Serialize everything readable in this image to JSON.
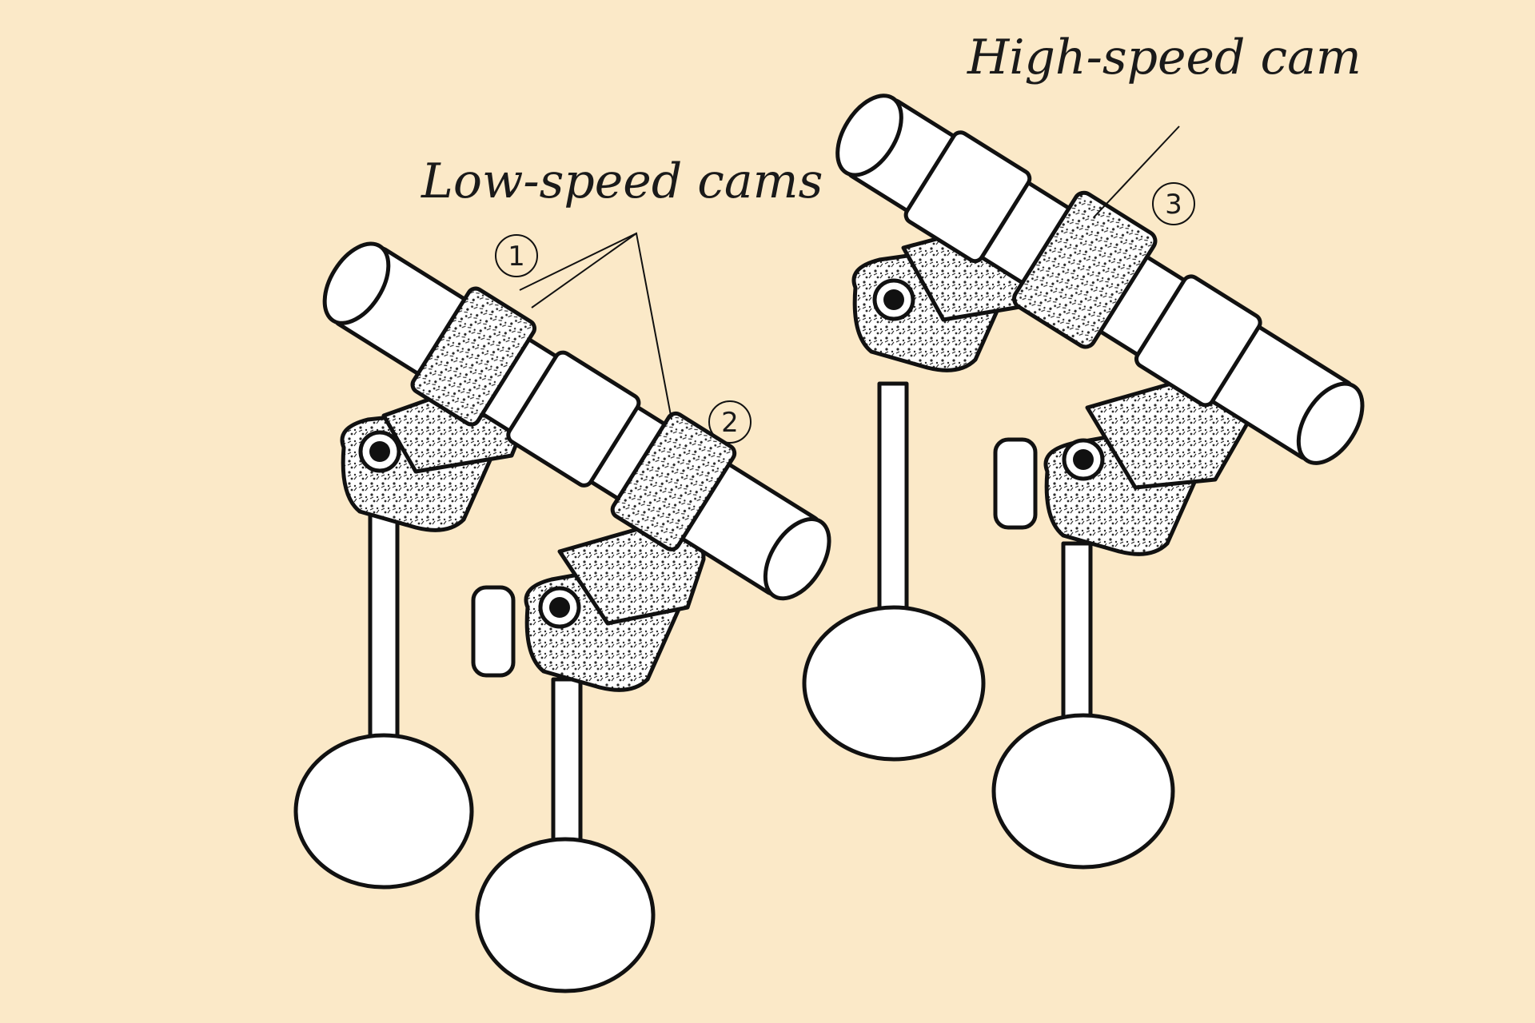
{
  "labels": {
    "low_speed": "Low-speed cams",
    "high_speed": "High-speed cam"
  },
  "callouts": [
    "1",
    "2",
    "3"
  ],
  "colors": {
    "background": "#fbe9c8",
    "ink": "#111111",
    "part_fill": "#ffffff",
    "texture": "#2a2a2a"
  }
}
